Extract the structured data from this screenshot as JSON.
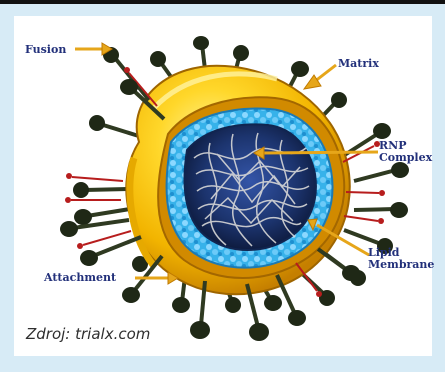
{
  "labels": {
    "fusion": "Fusion",
    "matrix": "Matrix",
    "rnp_complex": "RNP Complex",
    "lipid_membrane": "Lipid Membrane",
    "attachment": "Attachment"
  },
  "caption": "Zdroj: trialx.com",
  "colors": {
    "frame_background": "#d7ebf6",
    "label_text": "#22307a",
    "arrow": "#e6a61a",
    "lipid_shell": "#ffd41c",
    "matrix_layer": "#33aee8",
    "rnp_core": "#203c86",
    "spike_dark": "#2f3a21",
    "spike_red": "#b71d1d"
  }
}
